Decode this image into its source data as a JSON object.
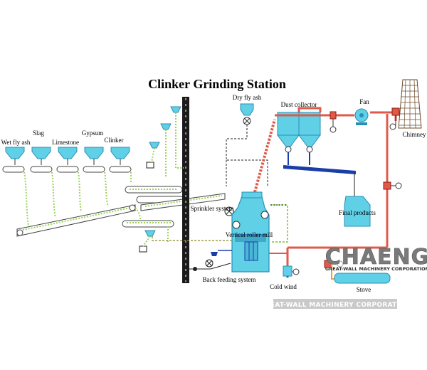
{
  "title": "Clinker Grinding Station",
  "hoppers": [
    {
      "label": "Wet fly ash"
    },
    {
      "label": "Slag"
    },
    {
      "label": "Limestone"
    },
    {
      "label": "Gypsum"
    },
    {
      "label": "Clinker"
    }
  ],
  "labels": {
    "dry_fly_ash": "Dry fly ash",
    "dust_collector": "Dust collector",
    "fan": "Fan",
    "chimney": "Chimney",
    "sprinkler_system": "Sprinkler system",
    "vertical_roller_mill": "Vertical roller mill",
    "final_products": "Final products",
    "back_feeding_system": "Back feeding system",
    "cold_wind": "Cold wind",
    "stove": "Stove"
  },
  "logo": {
    "brand": "CHAENG",
    "corporation": "GREAT-WALL MACHINERY CORPORATION"
  },
  "watermark": "GREAT-WALL MACHINERY CORPORATION",
  "colors": {
    "equipment": "#5fd0e6",
    "equipment_dark": "#2a8fb5",
    "duct_red": "#e05a4a",
    "conveyor_belt": "#ffffff",
    "material_flow": "#9bd35a",
    "dark_blue_pipe": "#1a3ea8",
    "hot_air_orange": "#f2a020",
    "brand_gray": "#7a7a7a"
  },
  "icons": {
    "valve": "valve-icon",
    "gauge": "gauge-icon",
    "fan": "fan-icon",
    "chimney": "chimney-icon"
  }
}
